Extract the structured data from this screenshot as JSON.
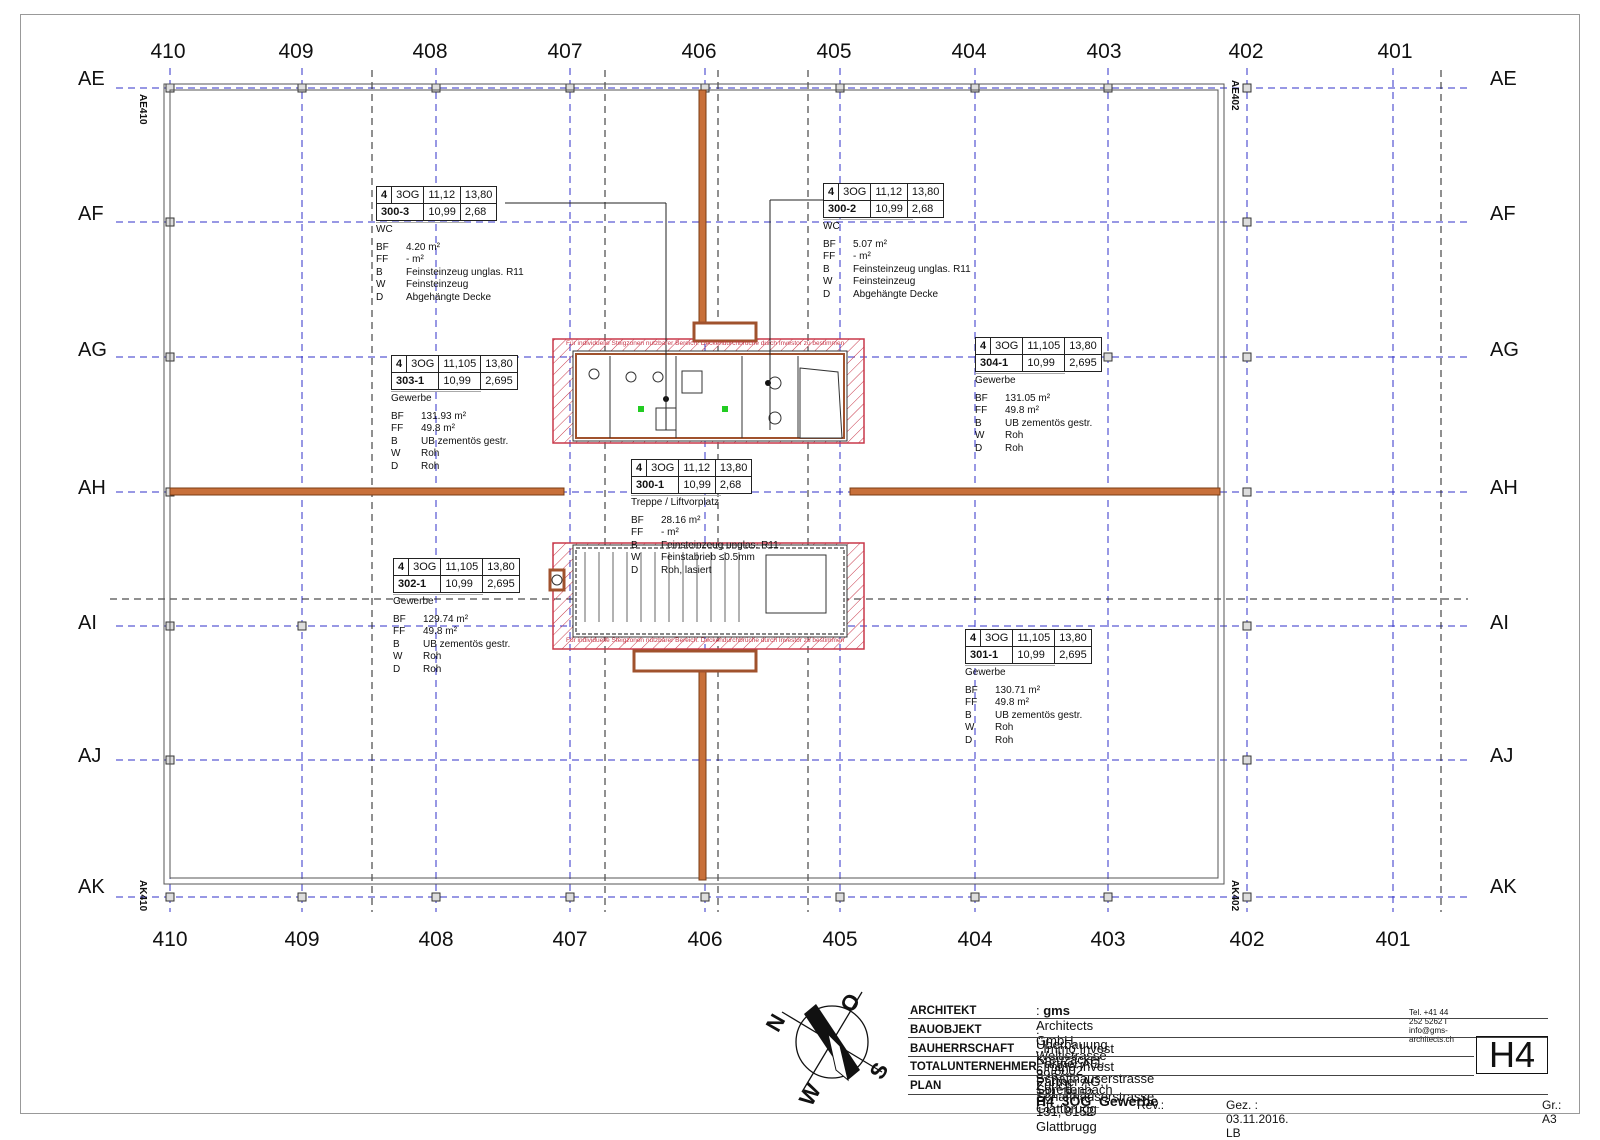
{
  "axes": {
    "columns": [
      "410",
      "409",
      "408",
      "407",
      "406",
      "405",
      "404",
      "403",
      "402",
      "401"
    ],
    "rows": [
      "AE",
      "AF",
      "AG",
      "AH",
      "AI",
      "AJ",
      "AK"
    ]
  },
  "corner_labels": {
    "top_left": "AE410",
    "top_right": "AE402",
    "bottom_left": "AK410",
    "bottom_right": "AK402"
  },
  "rooms": [
    {
      "id": "300-3",
      "r1": [
        "4",
        "3OG",
        "11,12",
        "13,80"
      ],
      "r2": [
        "300-3",
        "10,99",
        "2,68"
      ],
      "name": "WC",
      "props": [
        [
          "BF",
          "4.20 m²"
        ],
        [
          "FF",
          "- m²"
        ],
        [
          "B",
          "Feinsteinzeug unglas. R11"
        ],
        [
          "W",
          "Feinsteinzeug"
        ],
        [
          "D",
          "Abgehängte Decke"
        ]
      ]
    },
    {
      "id": "300-2",
      "r1": [
        "4",
        "3OG",
        "11,12",
        "13,80"
      ],
      "r2": [
        "300-2",
        "10,99",
        "2,68"
      ],
      "name": "WC",
      "props": [
        [
          "BF",
          "5.07 m²"
        ],
        [
          "FF",
          "- m²"
        ],
        [
          "B",
          "Feinsteinzeug unglas. R11"
        ],
        [
          "W",
          "Feinsteinzeug"
        ],
        [
          "D",
          "Abgehängte Decke"
        ]
      ]
    },
    {
      "id": "303-1",
      "r1": [
        "4",
        "3OG",
        "11,105",
        "13,80"
      ],
      "r2": [
        "303-1",
        "10,99",
        "2,695"
      ],
      "name": "Gewerbe",
      "props": [
        [
          "BF",
          "131.93 m²"
        ],
        [
          "FF",
          "49.8 m²"
        ],
        [
          "B",
          "UB zementös gestr."
        ],
        [
          "W",
          "Roh"
        ],
        [
          "D",
          "Roh"
        ]
      ]
    },
    {
      "id": "304-1",
      "r1": [
        "4",
        "3OG",
        "11,105",
        "13,80"
      ],
      "r2": [
        "304-1",
        "10,99",
        "2,695"
      ],
      "name": "Gewerbe",
      "props": [
        [
          "BF",
          "131.05 m²"
        ],
        [
          "FF",
          "49.8 m²"
        ],
        [
          "B",
          "UB zementös gestr."
        ],
        [
          "W",
          "Roh"
        ],
        [
          "D",
          "Roh"
        ]
      ]
    },
    {
      "id": "300-1",
      "r1": [
        "4",
        "3OG",
        "11,12",
        "13,80"
      ],
      "r2": [
        "300-1",
        "10,99",
        "2,68"
      ],
      "name": "Treppe / Liftvorplatz",
      "props": [
        [
          "BF",
          "28.16 m²"
        ],
        [
          "FF",
          "- m²"
        ],
        [
          "B",
          "Feinsteinzeug unglas. R11"
        ],
        [
          "W",
          "Feinstabrieb ≤0.5mm"
        ],
        [
          "D",
          "Roh, lasiert"
        ]
      ]
    },
    {
      "id": "302-1",
      "r1": [
        "4",
        "3OG",
        "11,105",
        "13,80"
      ],
      "r2": [
        "302-1",
        "10,99",
        "2,695"
      ],
      "name": "Gewerbe",
      "props": [
        [
          "BF",
          "129.74 m²"
        ],
        [
          "FF",
          "49.8 m²"
        ],
        [
          "B",
          "UB zementös gestr."
        ],
        [
          "W",
          "Roh"
        ],
        [
          "D",
          "Roh"
        ]
      ]
    },
    {
      "id": "301-1",
      "r1": [
        "4",
        "3OG",
        "11,105",
        "13,80"
      ],
      "r2": [
        "301-1",
        "10,99",
        "2,695"
      ],
      "name": "Gewerbe",
      "props": [
        [
          "BF",
          "130.71 m²"
        ],
        [
          "FF",
          "49.8 m²"
        ],
        [
          "B",
          "UB zementös gestr."
        ],
        [
          "W",
          "Roh"
        ],
        [
          "D",
          "Roh"
        ]
      ]
    }
  ],
  "core_note": "Für individuelle Steigzonen nutzbarer Bereich. Deckendurchbrüche durch Investor zu bestimmen",
  "compass": {
    "n": "N",
    "o": "O",
    "s": "S",
    "w": "W"
  },
  "title_block": {
    "architekt_label": "ARCHITEKT",
    "architekt_value_bold": "gms",
    "architekt_value": "Architects  GmbH, Weltistrasse 6 , 8002 Zürich",
    "contact": "Tel. +41 44 252 5262  I  info@gms-architects.ch",
    "bauobjekt_label": "BAUOBJEKT",
    "bauobjekt_value": "Überbauung Kreuzäcker, 8957 Spreitenbach",
    "bauherrschaft_label": "BAUHERRSCHAFT",
    "bauherrschaft_value": "Immo Invest Partner AG, Schaffhauserstrasse 131, 8152 Glattbrugg",
    "totalunternehmer_label": "TOTALUNTERNEHMER",
    "totalunternehmer_value": "Immo Invest Partner AG, Schaffhauserstrasse 131, 8152 Glattbrugg",
    "plan_label": "PLAN",
    "plan_value": "H4_3OG_Gewerbe",
    "rev": "Rev.:",
    "gez": "Gez. : 03.11.2016. LB",
    "sheet": "H4",
    "format": "Gr.: A3"
  },
  "colors": {
    "grid": "#3030c8",
    "wall": "#a0522d",
    "hatch": "#c8384a",
    "line": "#333333"
  }
}
